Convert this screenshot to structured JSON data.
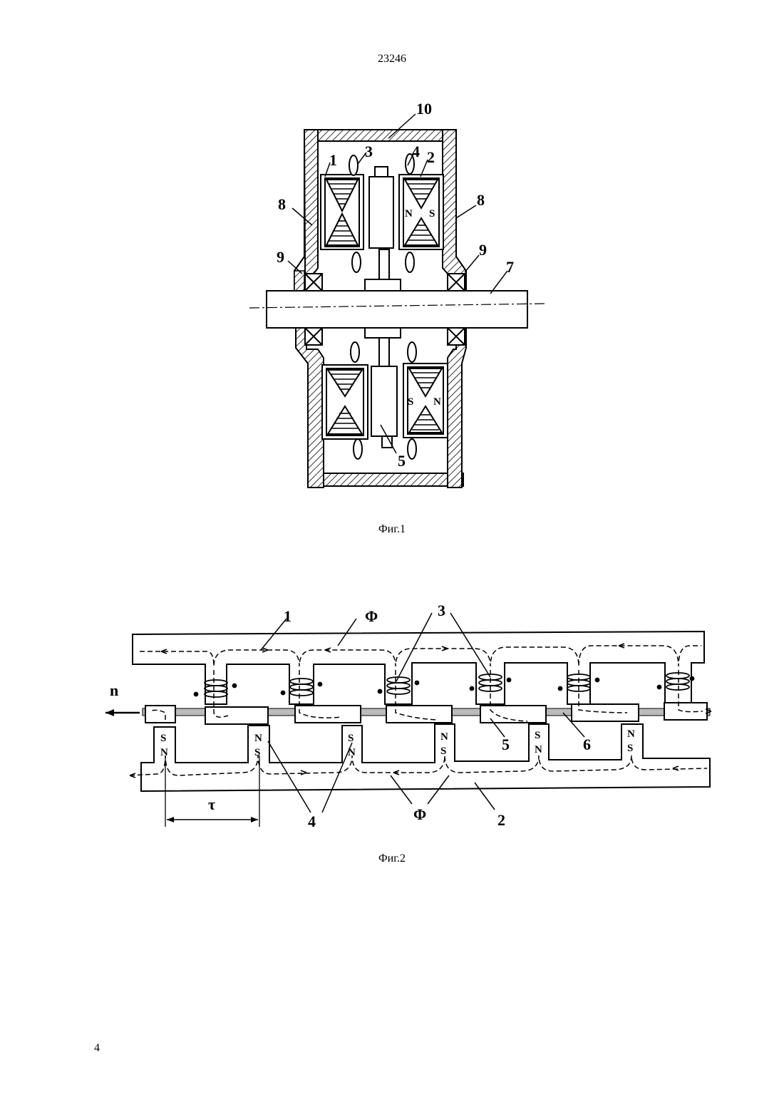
{
  "header": {
    "doc_number": "23246"
  },
  "figure1": {
    "caption": "Фиг.1",
    "labels": [
      "10",
      "1",
      "3",
      "4",
      "2",
      "8",
      "8",
      "9",
      "9",
      "7",
      "5"
    ],
    "poles": [
      "N",
      "S",
      "S",
      "N"
    ]
  },
  "figure2": {
    "caption": "Фиг.2",
    "labels": [
      "1",
      "Φ",
      "3",
      "n",
      "5",
      "6",
      "4",
      "Φ",
      "2",
      "τ"
    ],
    "poles": [
      "S",
      "N",
      "N",
      "S",
      "S",
      "N",
      "N",
      "S",
      "S",
      "N",
      "N",
      "S"
    ]
  },
  "footer": {
    "page_number": "4"
  }
}
